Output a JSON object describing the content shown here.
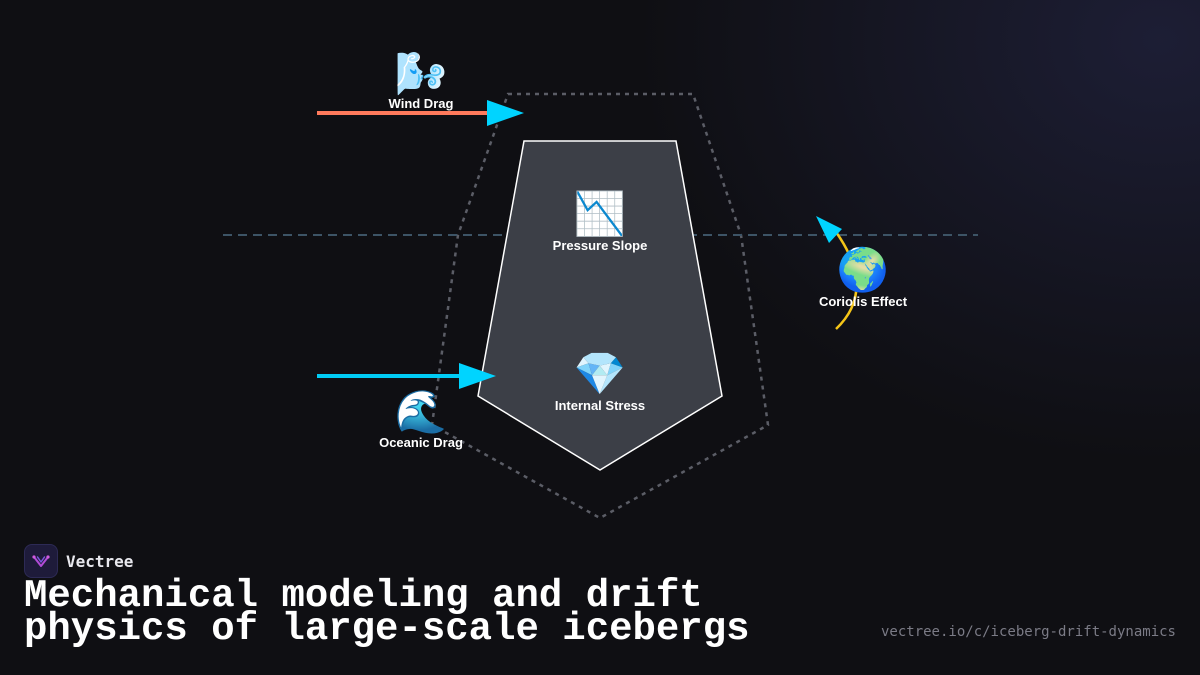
{
  "diagram": {
    "forces": [
      {
        "id": "wind",
        "label": "Wind Drag",
        "icon_name": "wind-blowing-face-icon",
        "glyph": "🌬️"
      },
      {
        "id": "pressure",
        "label": "Pressure Slope",
        "icon_name": "chart-decreasing-icon",
        "glyph": "📉"
      },
      {
        "id": "coriolis",
        "label": "Coriolis Effect",
        "icon_name": "globe-europe-africa-icon",
        "glyph": "🌍"
      },
      {
        "id": "stress",
        "label": "Internal Stress",
        "icon_name": "gem-stone-icon",
        "glyph": "💎"
      },
      {
        "id": "oceanic",
        "label": "Oceanic Drag",
        "icon_name": "water-wave-icon",
        "glyph": "🌊"
      }
    ],
    "colors": {
      "wind_arrow": "#ff7a5c",
      "arrowhead": "#00d4ff",
      "ocean_arrow": "#00ccf5",
      "coriolis_arc": "#f5c518",
      "waterline": "#3d5466",
      "iceberg_fill": "#3c3f47",
      "iceberg_stroke": "#ffffff",
      "outline_dotted": "#5b5d66"
    }
  },
  "brand": {
    "name": "Vectree",
    "logo_icon": "vectree-logo-icon"
  },
  "title": "Mechanical modeling and drift physics of large-scale icebergs",
  "url": "vectree.io/c/iceberg-drift-dynamics"
}
